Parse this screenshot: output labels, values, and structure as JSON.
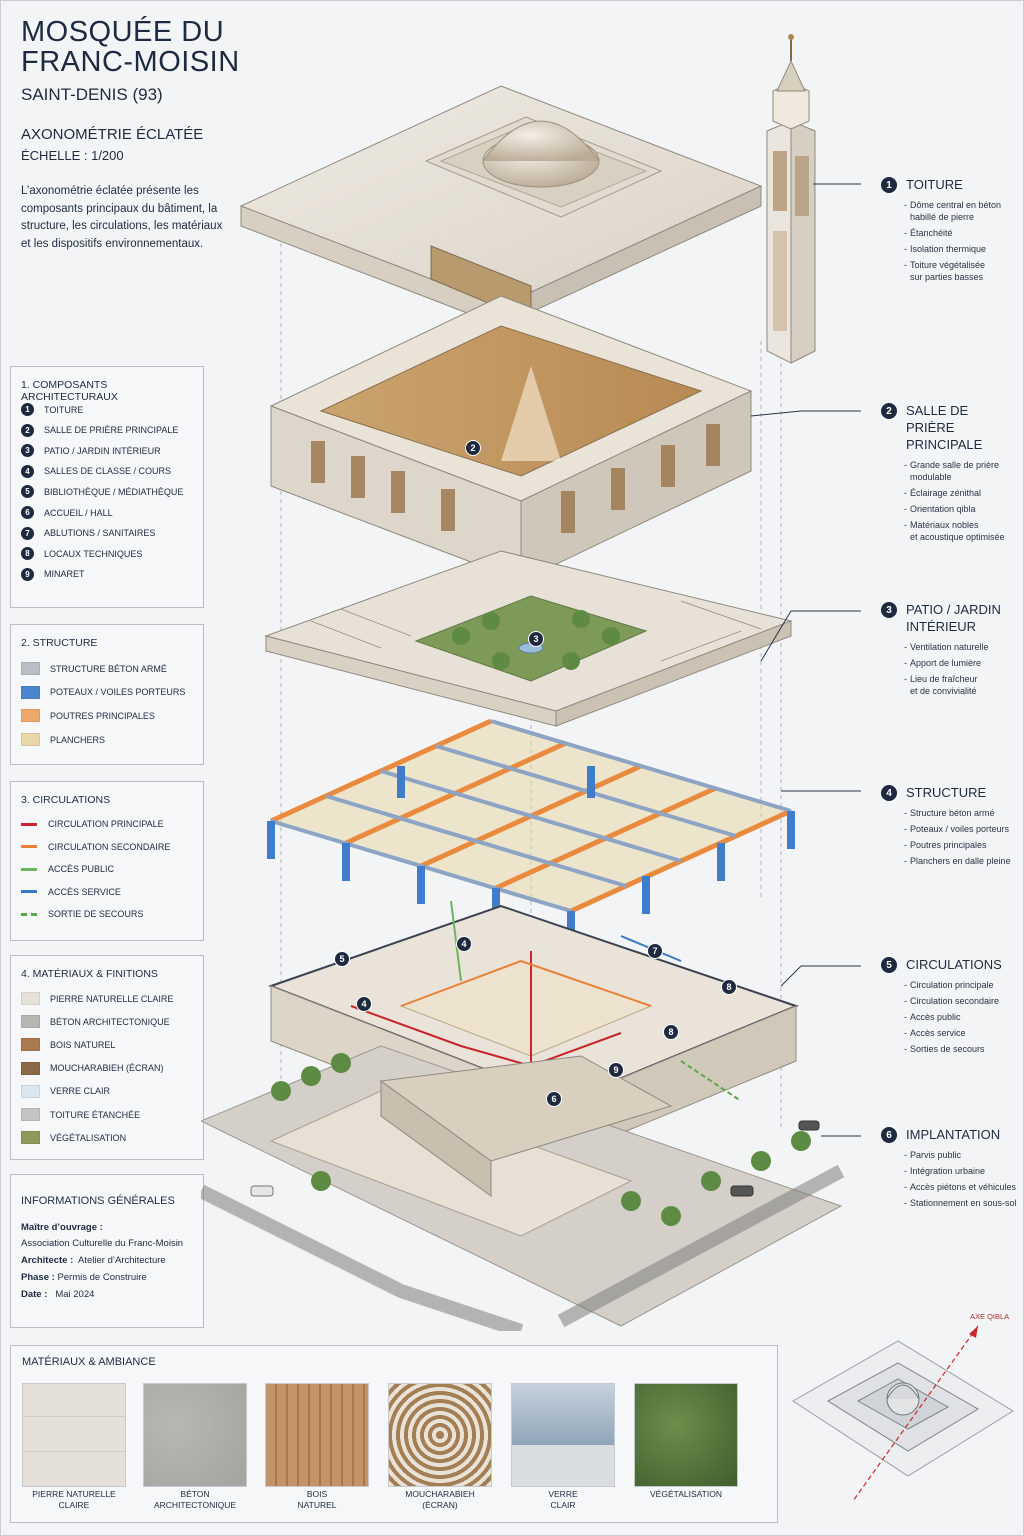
{
  "header": {
    "title_line1": "MOSQUÉE DU",
    "title_line2": "FRANC-MOISIN",
    "subtitle": "SAINT-DENIS (93)",
    "drawing_type": "AXONOMÉTRIE ÉCLATÉE",
    "scale": "ÉCHELLE : 1/200",
    "intro": "L’axonométrie éclatée présente les composants principaux du bâtiment, la structure, les circulations, les matériaux et les dispositifs environnementaux."
  },
  "components": {
    "title": "1. COMPOSANTS ARCHITECTURAUX",
    "items": [
      {
        "n": "1",
        "label": "TOITURE"
      },
      {
        "n": "2",
        "label": "SALLE DE PRIÈRE PRINCIPALE"
      },
      {
        "n": "3",
        "label": "PATIO / JARDIN INTÉRIEUR"
      },
      {
        "n": "4",
        "label": "SALLES DE CLASSE / COURS"
      },
      {
        "n": "5",
        "label": "BIBLIOTHÈQUE / MÉDIATHÈQUE"
      },
      {
        "n": "6",
        "label": "ACCUEIL / HALL"
      },
      {
        "n": "7",
        "label": "ABLUTIONS / SANITAIRES"
      },
      {
        "n": "8",
        "label": "LOCAUX TECHNIQUES"
      },
      {
        "n": "9",
        "label": "MINARET"
      }
    ]
  },
  "structure": {
    "title": "2. STRUCTURE",
    "items": [
      {
        "label": "STRUCTURE BÉTON ARMÉ",
        "color": "#b9bdc4"
      },
      {
        "label": "POTEAUX / VOILES PORTEURS",
        "color": "#4a86d0"
      },
      {
        "label": "POUTRES PRINCIPALES",
        "color": "#f0a868"
      },
      {
        "label": "PLANCHERS",
        "color": "#e8d7aa"
      }
    ]
  },
  "circulations": {
    "title": "3. CIRCULATIONS",
    "items": [
      {
        "label": "CIRCULATION PRINCIPALE",
        "color": "#c8262a",
        "style": "solid"
      },
      {
        "label": "CIRCULATION SECONDAIRE",
        "color": "#e8823a",
        "style": "solid"
      },
      {
        "label": "ACCÈS PUBLIC",
        "color": "#6bb55a",
        "style": "solid"
      },
      {
        "label": "ACCÈS SERVICE",
        "color": "#3a78c8",
        "style": "solid"
      },
      {
        "label": "SORTIE DE SECOURS",
        "color": "#5aa84a",
        "style": "dashed"
      }
    ]
  },
  "materials_legend": {
    "title": "4. MATÉRIAUX & FINITIONS",
    "items": [
      {
        "label": "PIERRE NATURELLE CLAIRE",
        "color": "#e6e1d8"
      },
      {
        "label": "BÉTON ARCHITECTONIQUE",
        "color": "#b8b6b2"
      },
      {
        "label": "BOIS NATUREL",
        "color": "#a97a4e"
      },
      {
        "label": "MOUCHARABIEH (ÉCRAN)",
        "color": "#8b6a48"
      },
      {
        "label": "VERRE CLAIR",
        "color": "#dbe6f0"
      },
      {
        "label": "TOITURE ÉTANCHÉE",
        "color": "#c4c4c4"
      },
      {
        "label": "VÉGÉTALISATION",
        "color": "#8e9a5a"
      }
    ]
  },
  "general_info": {
    "title": "INFORMATIONS GÉNÉRALES",
    "owner_label": "Maître d’ouvrage :",
    "owner": "Association Culturelle du Franc-Moisin",
    "architect_label": "Architecte :",
    "architect": "Atelier d’Architecture",
    "phase_label": "Phase :",
    "phase": "Permis de Construire",
    "date_label": "Date :",
    "date": "Mai 2024"
  },
  "callouts": [
    {
      "n": "1",
      "title": "TOITURE",
      "items": [
        "Dôme central en béton\nhabillé de pierre",
        "Étanchéité",
        "Isolation thermique",
        "Toiture végétalisée\nsur parties basses"
      ]
    },
    {
      "n": "2",
      "title": "SALLE DE PRIÈRE PRINCIPALE",
      "items": [
        "Grande salle de prière\nmodulable",
        "Éclairage zénithal",
        "Orientation qibla",
        "Matériaux nobles\net acoustique optimisée"
      ]
    },
    {
      "n": "3",
      "title": "PATIO / JARDIN INTÉRIEUR",
      "items": [
        "Ventilation naturelle",
        "Apport de lumière",
        "Lieu de fraîcheur\net de convivialité"
      ]
    },
    {
      "n": "4",
      "title": "STRUCTURE",
      "items": [
        "Structure béton armé",
        "Poteaux / voiles porteurs",
        "Poutres principales",
        "Planchers en dalle pleine"
      ]
    },
    {
      "n": "5",
      "title": "CIRCULATIONS",
      "items": [
        "Circulation principale",
        "Circulation secondaire",
        "Accès public",
        "Accès service",
        "Sorties de secours"
      ]
    },
    {
      "n": "6",
      "title": "IMPLANTATION",
      "items": [
        "Parvis public",
        "Intégration urbaine",
        "Accès piétons et véhicules",
        "Stationnement en sous-sol"
      ]
    }
  ],
  "materials_ambiance": {
    "title": "MATÉRIAUX & AMBIANCE",
    "tiles": [
      {
        "label": "PIERRE NATURELLE\nCLAIRE"
      },
      {
        "label": "BÉTON\nARCHITECTONIQUE"
      },
      {
        "label": "BOIS\nNATUREL"
      },
      {
        "label": "MOUCHARABIEH\n(ÉCRAN)"
      },
      {
        "label": "VERRE\nCLAIR"
      },
      {
        "label": "VÉGÉTALISATION"
      }
    ]
  },
  "drawing_markers": {
    "m2": "2",
    "m3": "3",
    "m4a": "4",
    "m4b": "4",
    "m5": "5",
    "m6": "6",
    "m7": "7",
    "m8a": "8",
    "m8b": "8",
    "m9": "9"
  },
  "mini_map": {
    "axis_label": "AXE QIBLA"
  }
}
